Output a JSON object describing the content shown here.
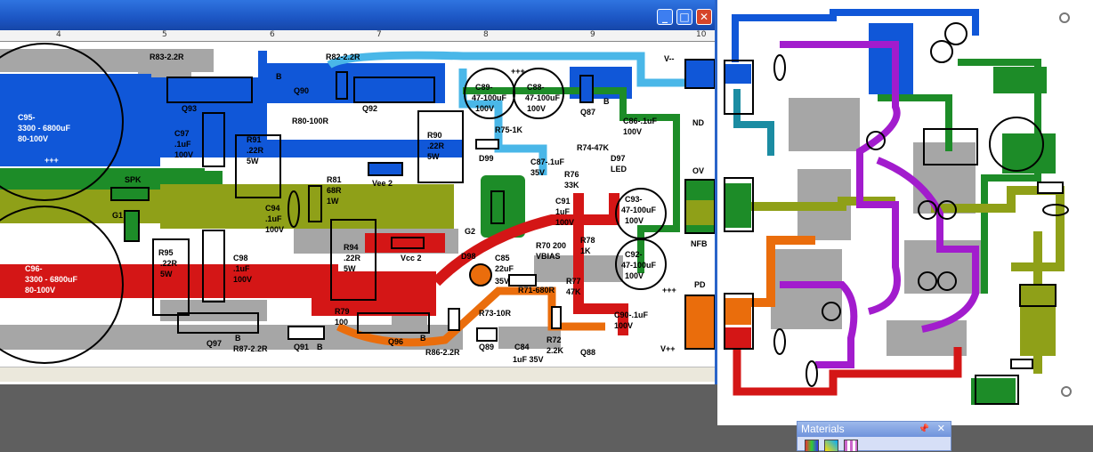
{
  "window": {
    "minimize": "_",
    "maximize": "□",
    "close": "✕"
  },
  "ruler": {
    "ticks": [
      "4",
      "5",
      "6",
      "7",
      "8",
      "9",
      "10"
    ]
  },
  "board_left": {
    "labels": [
      "R83-2.2R",
      "R82-2.2R",
      "B",
      "Q90",
      "Q93",
      "Q92",
      "R80-100R",
      "C95-",
      "3300 - 6800uF",
      "80-100V",
      "+++",
      "C97",
      ".1uF",
      "100V",
      "R91",
      ".22R",
      "5W",
      "R90",
      ".22R",
      "5W",
      "Vee 2",
      "R81",
      "68R",
      "1W",
      "SPK",
      "G1",
      "C94",
      ".1uF",
      "100V",
      "R95",
      ".22R",
      "5W",
      "C98",
      ".1uF",
      "100V",
      "R94",
      ".22R",
      "5W",
      "Vcc 2",
      "C96-",
      "3300 - 6800uF",
      "80-100V",
      "+++",
      "R79",
      "100",
      "Q97",
      "B",
      "R87-2.2R",
      "Q91",
      "B",
      "Q96",
      "B",
      "R86-2.2R",
      "C89-",
      "47-100uF",
      "100V",
      "C88-",
      "47-100uF",
      "100V",
      "+++",
      "V--",
      "Q87",
      "B",
      "C86-.1uF",
      "100V",
      "ND",
      "R75-1K",
      "D99",
      "R74-47K",
      "D97",
      "C87-.1uF",
      "35V",
      "LED",
      "R76",
      "33K",
      "OV",
      "C91",
      "1uF",
      "100V",
      "C93-",
      "47-100uF",
      "100V",
      "G2",
      "D98",
      "C85",
      "22uF",
      "35V",
      "R70 200",
      "VBIAS",
      "R78",
      "1K",
      "NFB",
      "C92-",
      "47-100uF",
      "100V",
      "R77",
      "47K",
      "R71-680R",
      "PD",
      "R73-10R",
      "C90-.1uF",
      "100V",
      "Q89",
      "C84",
      "1uF 35V",
      "R72",
      "2.2K",
      "Q88",
      "V++",
      "+++"
    ]
  },
  "materials_panel": {
    "title": "Materials",
    "pin": "📌",
    "close": "✕"
  },
  "colors": {
    "trace_blue": "#1057d8",
    "trace_green": "#1d8c28",
    "trace_olive": "#8fa018",
    "trace_red": "#d41616",
    "trace_purple": "#a21ccd",
    "trace_orange": "#ea6d0c",
    "trace_cyan": "#4ab7e8",
    "trace_teal": "#1b8ca2",
    "pad_gray": "#a6a6a6"
  }
}
